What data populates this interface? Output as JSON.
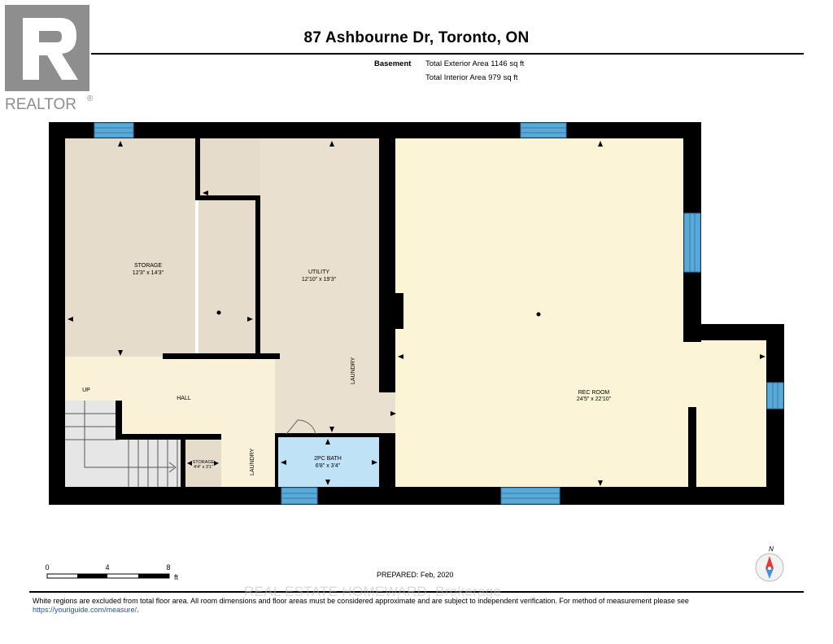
{
  "brand": {
    "logo_text": "REALTOR",
    "registered_mark": "®"
  },
  "header": {
    "title": "87 Ashbourne Dr, Toronto, ON",
    "level": "Basement",
    "exterior_area": "Total Exterior Area 1146 sq ft",
    "interior_area": "Total Interior Area 979 sq ft"
  },
  "rooms": {
    "storage_main": {
      "name": "STORAGE",
      "dims": "12'3\" x 14'3\""
    },
    "utility": {
      "name": "UTILITY",
      "dims": "12'10\" x 19'3\""
    },
    "rec_room": {
      "name": "REC ROOM",
      "dims": "24'5\" x 22'10\""
    },
    "bath": {
      "name": "2PC BATH",
      "dims": "6'8\" x 3'4\""
    },
    "storage_small": {
      "name": "STORAGE",
      "dims": "4'4\" x 3'1\""
    },
    "hall": {
      "name": "HALL"
    },
    "up_label": "UP",
    "laundry_1": "LAUNDRY",
    "laundry_2": "LAUNDRY"
  },
  "colors": {
    "wall": "#000000",
    "window": "#5aa9d6",
    "storage_fill": "#e6dccc",
    "utility_fill": "#e9e0d0",
    "rec_fill": "#fbf4d6",
    "hall_fill": "#f9f1d8",
    "bath_fill": "#bfe2f7",
    "stairs_fill": "#e6e6e6"
  },
  "scale": {
    "ticks": [
      "0",
      "4",
      "8"
    ],
    "unit": "ft"
  },
  "prepared": "PREPARED: Feb, 2020",
  "compass": {
    "label": "N"
  },
  "footer": {
    "note": "White regions are excluded from total floor area. All room dimensions and floor areas must be considered approximate and are subject to independent verification. For method of measurement please see",
    "link": "https://youriguide.com/measure/",
    "link_suffix": "."
  },
  "watermark": "REAL ESTATE HOMEWARD, Brokerage"
}
